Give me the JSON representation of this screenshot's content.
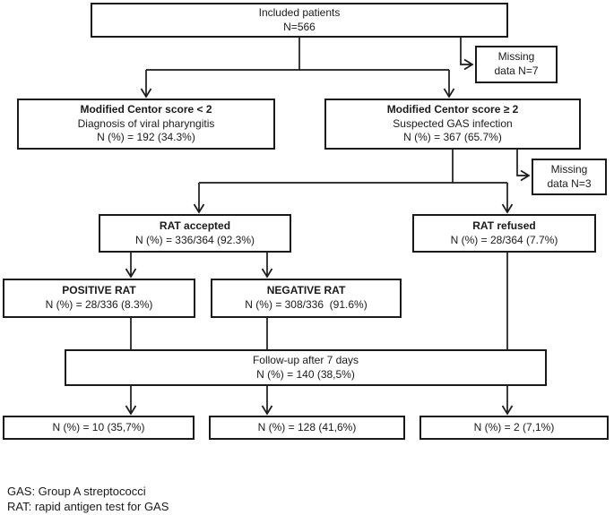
{
  "diagram": {
    "boxes": {
      "included": {
        "line1": "Included patients",
        "line2": "N=566"
      },
      "missing_top": {
        "line1": "Missing",
        "line2": "data N=7"
      },
      "centor_low": {
        "title": "Modified Centor score < 2",
        "line2": "Diagnosis of viral pharyngitis",
        "line3": "N (%) = 192 (34.3%)"
      },
      "centor_high": {
        "title": "Modified Centor score ≥ 2",
        "line2": "Suspected GAS infection",
        "line3": "N (%) = 367 (65.7%)"
      },
      "missing_mid": {
        "line1": "Missing",
        "line2": "data N=3"
      },
      "rat_accepted": {
        "title": "RAT accepted",
        "line2": "N (%) = 336/364 (92.3%)"
      },
      "rat_refused": {
        "title": "RAT refused",
        "line2": "N (%) = 28/364 (7.7%)"
      },
      "positive_rat": {
        "title": "POSITIVE RAT",
        "line2": "N (%) = 28/336 (8.3%)"
      },
      "negative_rat": {
        "title": "NEGATIVE RAT",
        "line2": "N (%) = 308/336  (91.6%)"
      },
      "follow_up": {
        "line1": "Follow-up after 7 days",
        "line2": "N (%) = 140 (38,5%)"
      },
      "outcome_positive": {
        "value": "N (%) = 10 (35,7%)"
      },
      "outcome_negative": {
        "value": "N (%) = 128 (41,6%)"
      },
      "outcome_refused": {
        "value": "N (%) = 2 (7,1%)"
      }
    },
    "footnotes": {
      "line1": "GAS: Group A streptococci",
      "line2": "RAT: rapid antigen test for GAS"
    },
    "colors": {
      "stroke": "#1a1a1a",
      "text": "#1a1a1a",
      "background": "#ffffff",
      "box_fill": "#ffffff"
    }
  }
}
